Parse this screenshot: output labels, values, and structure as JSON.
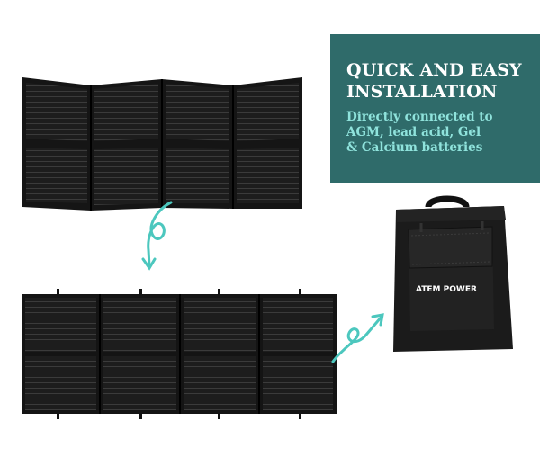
{
  "headline": {
    "title_line1": "QUICK AND EASY",
    "title_line2": "INSTALLATION",
    "subtitle_line1": "Directly connected to",
    "subtitle_line2": "AGM, lead acid,  Gel",
    "subtitle_line3": "& Calcium batteries"
  },
  "bag": {
    "brand_logo_text": "ATEM POWER"
  },
  "colors": {
    "panel": "#1c1c1c",
    "panel_cell_line": "#3a3a3a",
    "info_bg": "#2f6b6a",
    "info_title": "#ffffff",
    "info_subtitle": "#8fe3dc",
    "arrow": "#4cc7be"
  }
}
